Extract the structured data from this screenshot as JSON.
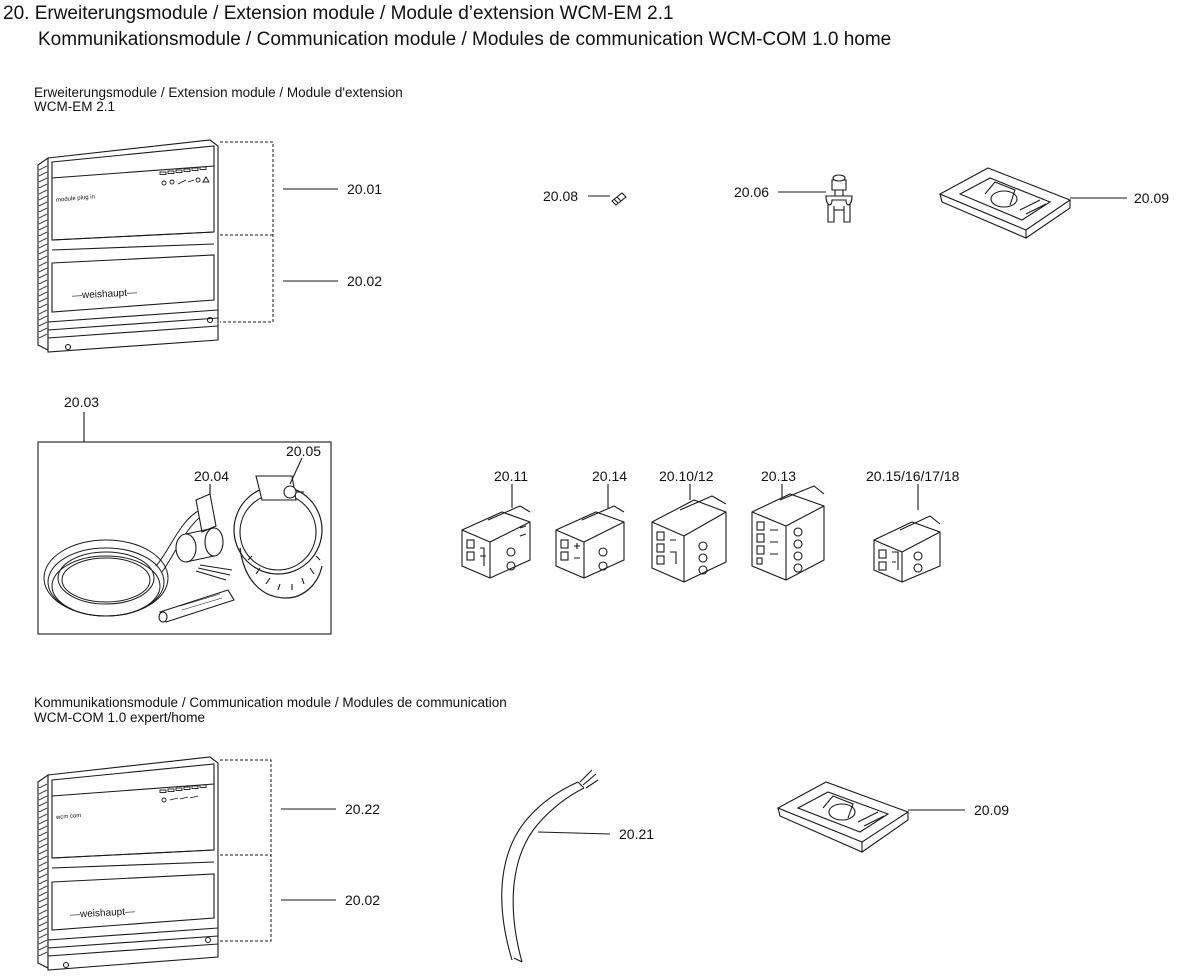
{
  "header": {
    "line1": "20. Erweiterungsmodule / Extension module / Module d’extension WCM-EM 2.1",
    "line2": "Kommunikationsmodule / Communication module / Modules de communication WCM-COM 1.0 home"
  },
  "section_em": {
    "title_line1": "Erweiterungsmodule / Extension module / Module d'extension",
    "title_line2": "WCM-EM 2.1",
    "module": {
      "brand_label": "—weishaupt—",
      "badge_text": "module plug in"
    },
    "parts": {
      "p2001": "20.01",
      "p2002": "20.02",
      "p2008": "20.08",
      "p2006": "20.06",
      "p2009": "20.09",
      "p2003": "20.03",
      "p2004": "20.04",
      "p2005": "20.05",
      "p2011": "20.11",
      "p2014": "20.14",
      "p201012": "20.10/12",
      "p2013": "20.13",
      "p20151617": "20.15/16/17/18"
    }
  },
  "section_com": {
    "title_line1": "Kommunikationsmodule / Communication module / Modules de communication",
    "title_line2": "WCM-COM 1.0 expert/home",
    "module": {
      "brand_label": "—weishaupt—",
      "badge_text": "wcm com"
    },
    "parts": {
      "p2022": "20.22",
      "p2002": "20.02",
      "p2021": "20.21",
      "p2009": "20.09"
    }
  }
}
